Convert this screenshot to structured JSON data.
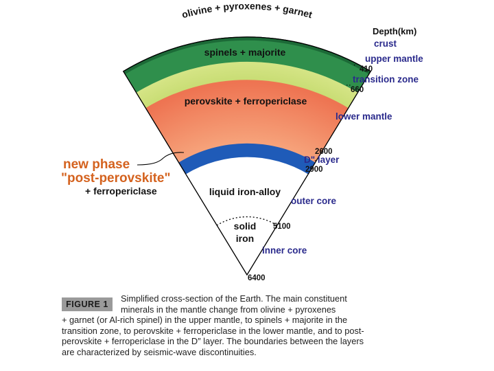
{
  "diagram": {
    "header": "Depth(km)",
    "layers": [
      {
        "key": "crust",
        "label": "crust",
        "color": "#1e6b3a"
      },
      {
        "key": "upper",
        "label": "upper mantle",
        "color": "#2e8a4a"
      },
      {
        "key": "transition",
        "label": "transition zone",
        "color": "#cfe07a"
      },
      {
        "key": "lower",
        "label": "lower mantle",
        "color": "#ec6e4c"
      },
      {
        "key": "dlayer",
        "label": "D\" layer",
        "color": "#2f6fd0"
      },
      {
        "key": "outer",
        "label": "outer core",
        "color": "#ffffff"
      },
      {
        "key": "inner",
        "label": "inner core",
        "color": "#ffffff"
      }
    ],
    "minerals": {
      "upper": "olivine + pyroxenes + garnet",
      "transition": "spinels + majorite",
      "lower": "perovskite + ferropericlase",
      "outer": "liquid iron-alloy",
      "inner_line1": "solid",
      "inner_line2": "iron"
    },
    "depths": {
      "d410": "410",
      "d660": "660",
      "d2600": "2600",
      "d2900": "2900",
      "d5100": "5100",
      "d6400": "6400"
    },
    "new_phase": {
      "line1": "new phase",
      "line2": "\"post-perovskite\"",
      "line3": "+ ferropericlase",
      "color": "#d4621e"
    }
  },
  "caption": {
    "badge": "FIGURE 1",
    "text_lead": "Simplified cross-section of the Earth. The main constituent minerals in the mantle change from olivine + pyroxenes",
    "text_tail": "+ garnet (or Al-rich spinel) in the upper mantle, to spinels + majorite in the transition zone, to perovskite + ferropericlase in the lower mantle, and to post-perovskite + ferropericlase in the D″ layer. The boundaries between the layers are characterized by seismic-wave discontinuities."
  }
}
